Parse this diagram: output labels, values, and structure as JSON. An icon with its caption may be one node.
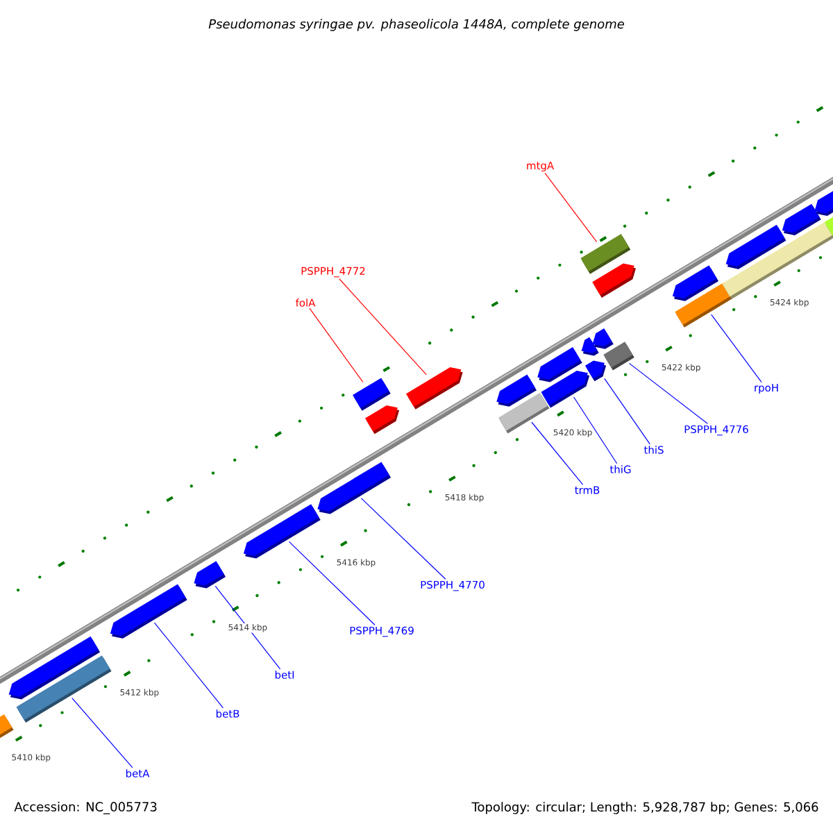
{
  "diagram": {
    "title": "Pseudomonas syringae pv. phaseolicola 1448A, complete genome",
    "nodes": [
      {
        "text": [
          "mtgA"
        ]
      },
      {
        "text": [
          "PSPPH_4772"
        ]
      },
      {
        "text": [
          "folA"
        ]
      },
      {
        "text": [
          "rpoH"
        ]
      },
      {
        "text": [
          "PSPPH_4776"
        ]
      },
      {
        "text": [
          "thiS"
        ]
      },
      {
        "text": [
          "thiG"
        ]
      },
      {
        "text": [
          "trmB"
        ]
      },
      {
        "text": [
          "PSPPH_4770"
        ]
      },
      {
        "text": [
          "PSPPH_4769"
        ]
      },
      {
        "text": [
          "betI"
        ]
      },
      {
        "text": [
          "betB"
        ]
      },
      {
        "text": [
          "betA"
        ]
      },
      {
        "text": [],
        "shape": "bar"
      },
      {
        "text": [],
        "shape": "bar"
      },
      {
        "text": [],
        "shape": "bar"
      },
      {
        "text": [],
        "shape": "bar"
      },
      {
        "text": [],
        "shape": "bar"
      },
      {
        "text": [],
        "shape": "bar"
      },
      {
        "text": [],
        "shape": "bar"
      },
      {
        "text": [],
        "shape": "bar"
      },
      {
        "text": [],
        "shape": "bar"
      },
      {
        "text": [],
        "shape": "bar"
      },
      {
        "text": [],
        "shape": "bar"
      },
      {
        "text": [],
        "shape": "bar"
      },
      {
        "text": [],
        "shape": "bar"
      },
      {
        "text": [],
        "shape": "bar"
      },
      {
        "text": [],
        "shape": "bar"
      },
      {
        "text": [],
        "shape": "bar"
      },
      {
        "text": [],
        "shape": "bar"
      },
      {
        "text": [],
        "shape": "bar"
      },
      {
        "text": [],
        "shape": "bar"
      },
      {
        "text": [],
        "shape": "bar"
      },
      {
        "text": [],
        "shape": "bar"
      },
      {
        "text": [],
        "shape": "bar"
      },
      {
        "text": [],
        "shape": "bar"
      },
      {
        "text": [],
        "shape": "bar"
      },
      {
        "text": [],
        "shape": "bar"
      },
      {
        "text": [],
        "shape": "bar"
      },
      {
        "text": [],
        "shape": "bar"
      }
    ],
    "edges": [
      {
        "from": 0,
        "to": 30,
        "arrow": "none",
        "color": "#ff0000"
      },
      {
        "from": 1,
        "to": 22,
        "arrow": "none",
        "color": "#ff0000"
      },
      {
        "from": 2,
        "to": 20,
        "arrow": "none",
        "color": "#ff0000"
      },
      {
        "from": 3,
        "to": 34,
        "arrow": "none"
      },
      {
        "from": 4,
        "to": 32,
        "arrow": "none"
      },
      {
        "from": 5,
        "to": 28,
        "arrow": "none"
      },
      {
        "from": 6,
        "to": 26,
        "arrow": "none"
      },
      {
        "from": 7,
        "to": 24,
        "arrow": "none"
      },
      {
        "from": 8,
        "to": 19,
        "arrow": "none"
      },
      {
        "from": 9,
        "to": 18,
        "arrow": "none"
      },
      {
        "from": 10,
        "to": 17,
        "arrow": "none"
      },
      {
        "from": 11,
        "to": 16,
        "arrow": "none"
      },
      {
        "from": 12,
        "to": 15,
        "arrow": "none"
      }
    ],
    "labels": [
      "5410 kbp",
      "5412 kbp",
      "5414 kbp",
      "5416 kbp",
      "5418 kbp",
      "5420 kbp",
      "5422 kbp",
      "5424 kbp",
      "Accession: NC_005773",
      "Topology: circular; Length: 5,928,787 bp; Genes: 5,066"
    ]
  }
}
